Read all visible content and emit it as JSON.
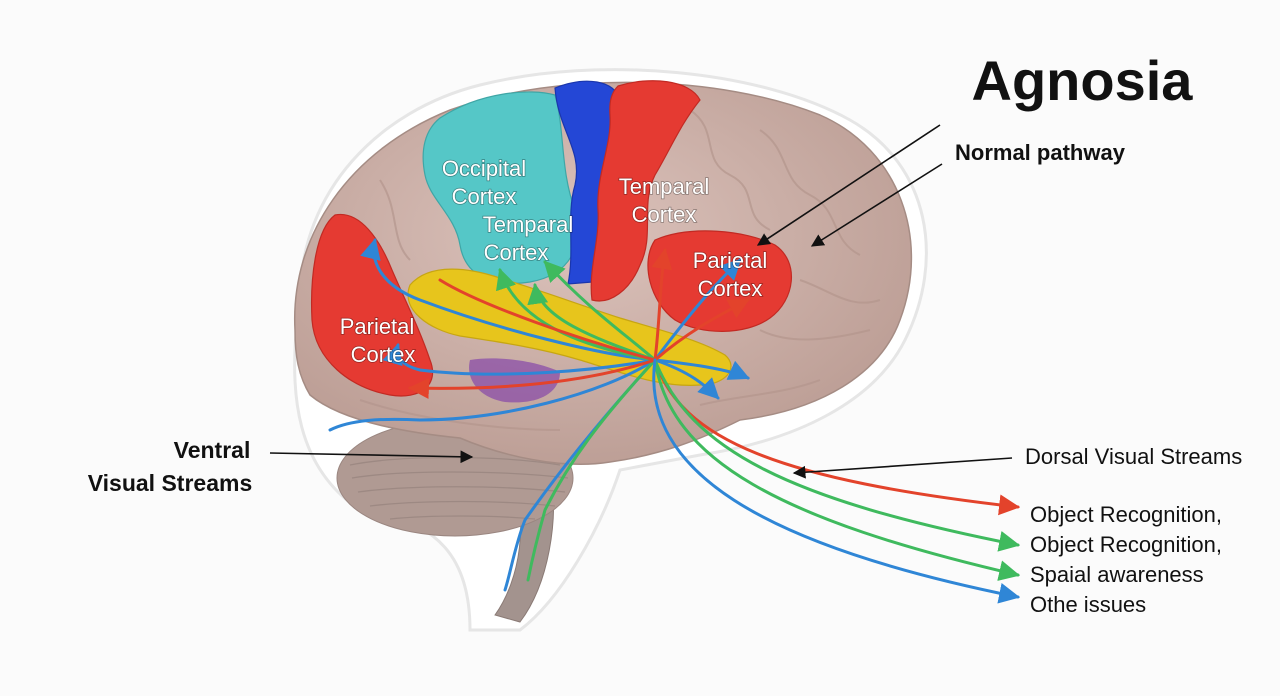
{
  "title": "Agnosia",
  "labels": {
    "normal_pathway": "Normal pathway",
    "ventral_line1": "Ventral",
    "ventral_line2": "Visual Streams",
    "dorsal": "Dorsal Visual Streams"
  },
  "regions": {
    "occipital": [
      "Occipital",
      "Cortex"
    ],
    "temporal_upper": [
      "Temparal",
      "Cortex"
    ],
    "temporal_center": [
      "Temparal",
      "Cortex"
    ],
    "parietal_right": [
      "Parietal",
      "Cortex"
    ],
    "parietal_left": [
      "Parietal",
      "Cortex"
    ]
  },
  "outcomes": [
    {
      "text": "Object Recognition,",
      "color": "#e3432b"
    },
    {
      "text": "Object Recognition,",
      "color": "#3fba5e"
    },
    {
      "text": "Spaial awareness",
      "color": "#3fba5e"
    },
    {
      "text": "Othe issues",
      "color": "#2f86d6"
    }
  ],
  "colors": {
    "brain": "#cfb3ab",
    "cerebellum": "#b09a93",
    "occipital": "#55c7c7",
    "blue_stripe": "#2447d6",
    "red_lobe": "#e53a32",
    "yellow_band": "#e7c51c",
    "stream_red": "#e3432b",
    "stream_green": "#3fba5e",
    "stream_blue": "#2f86d6"
  }
}
